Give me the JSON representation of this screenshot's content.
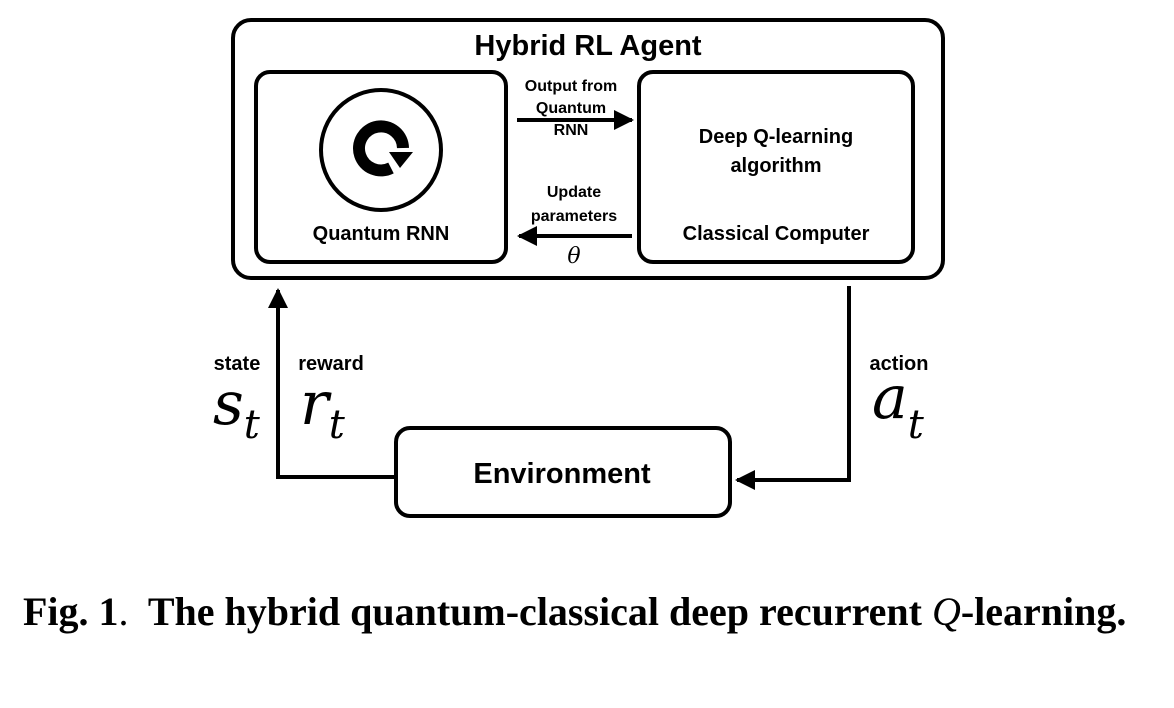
{
  "agent": {
    "title": "Hybrid RL Agent"
  },
  "quantum_rnn": {
    "label": "Quantum RNN",
    "icon": "refresh-circle-icon"
  },
  "classical": {
    "algorithm_line1": "Deep Q-learning",
    "algorithm_line2": "algorithm",
    "label": "Classical Computer"
  },
  "arrows": {
    "output_line1": "Output from",
    "output_line2": "Quantum",
    "output_line3": "RNN",
    "update_line1": "Update",
    "update_line2": "parameters",
    "theta": "θ"
  },
  "environment": {
    "label": "Environment"
  },
  "signals": {
    "state_label": "state",
    "state_symbol": "s",
    "state_sub": "t",
    "reward_label": "reward",
    "reward_symbol": "r",
    "reward_sub": "t",
    "action_label": "action",
    "action_symbol": "a",
    "action_sub": "t"
  },
  "caption": {
    "fig": "Fig. 1",
    "dot": ".",
    "text_before": "The hybrid quantum-classical deep recurrent",
    "q_symbol": "Q",
    "text_after": "-learning."
  }
}
